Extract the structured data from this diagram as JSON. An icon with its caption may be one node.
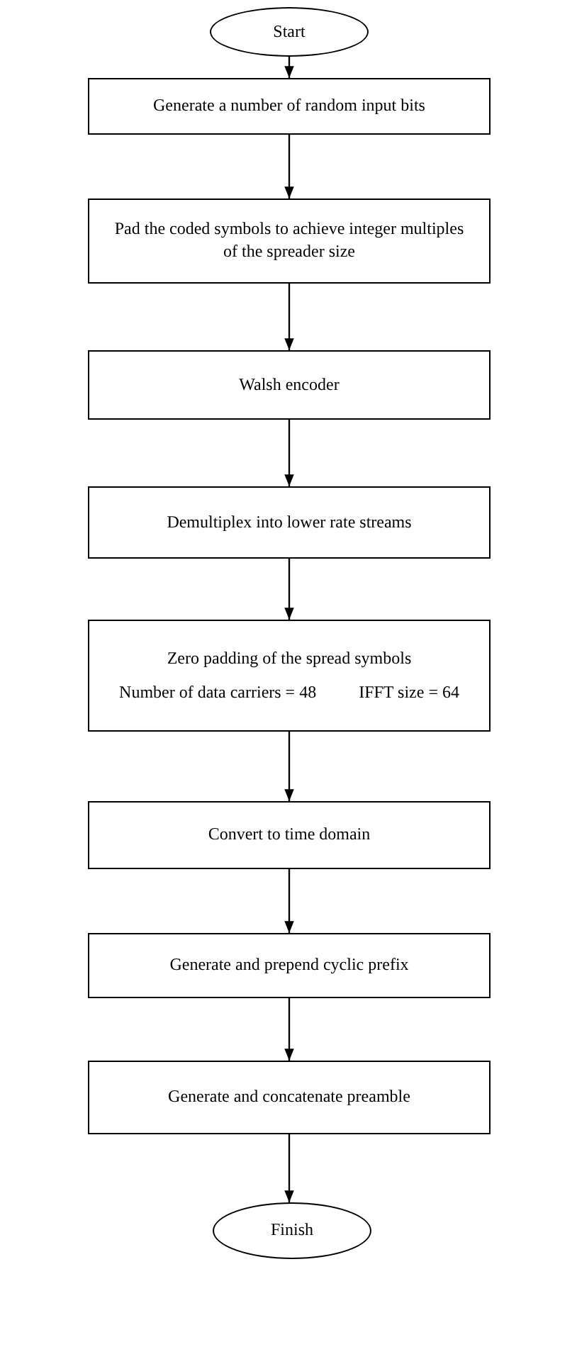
{
  "diagram": {
    "nodes": [
      {
        "text": [
          "Start"
        ]
      },
      {
        "text": [
          "Generate a number of random input bits"
        ]
      },
      {
        "text": [
          "Pad the coded symbols to achieve integer multiples of the spreader size"
        ]
      },
      {
        "text": [
          "Walsh encoder"
        ]
      },
      {
        "text": [
          "Demultiplex into lower rate streams"
        ]
      },
      {
        "text": [
          "Zero padding of the spread symbols",
          "Number of data carriers = 48",
          "IFFT size = 64"
        ]
      },
      {
        "text": [
          "Convert to time domain"
        ]
      },
      {
        "text": [
          "Generate and prepend cyclic prefix"
        ]
      },
      {
        "text": [
          "Generate and concatenate preamble"
        ]
      },
      {
        "text": [
          "Finish"
        ]
      }
    ],
    "edges": [
      {
        "from": 0,
        "to": 1,
        "arrow": "to"
      },
      {
        "from": 1,
        "to": 2,
        "arrow": "to"
      },
      {
        "from": 2,
        "to": 3,
        "arrow": "to"
      },
      {
        "from": 3,
        "to": 4,
        "arrow": "to"
      },
      {
        "from": 4,
        "to": 5,
        "arrow": "to"
      },
      {
        "from": 5,
        "to": 6,
        "arrow": "to"
      },
      {
        "from": 6,
        "to": 7,
        "arrow": "to"
      },
      {
        "from": 7,
        "to": 8,
        "arrow": "to"
      },
      {
        "from": 8,
        "to": 9,
        "arrow": "to"
      }
    ]
  }
}
